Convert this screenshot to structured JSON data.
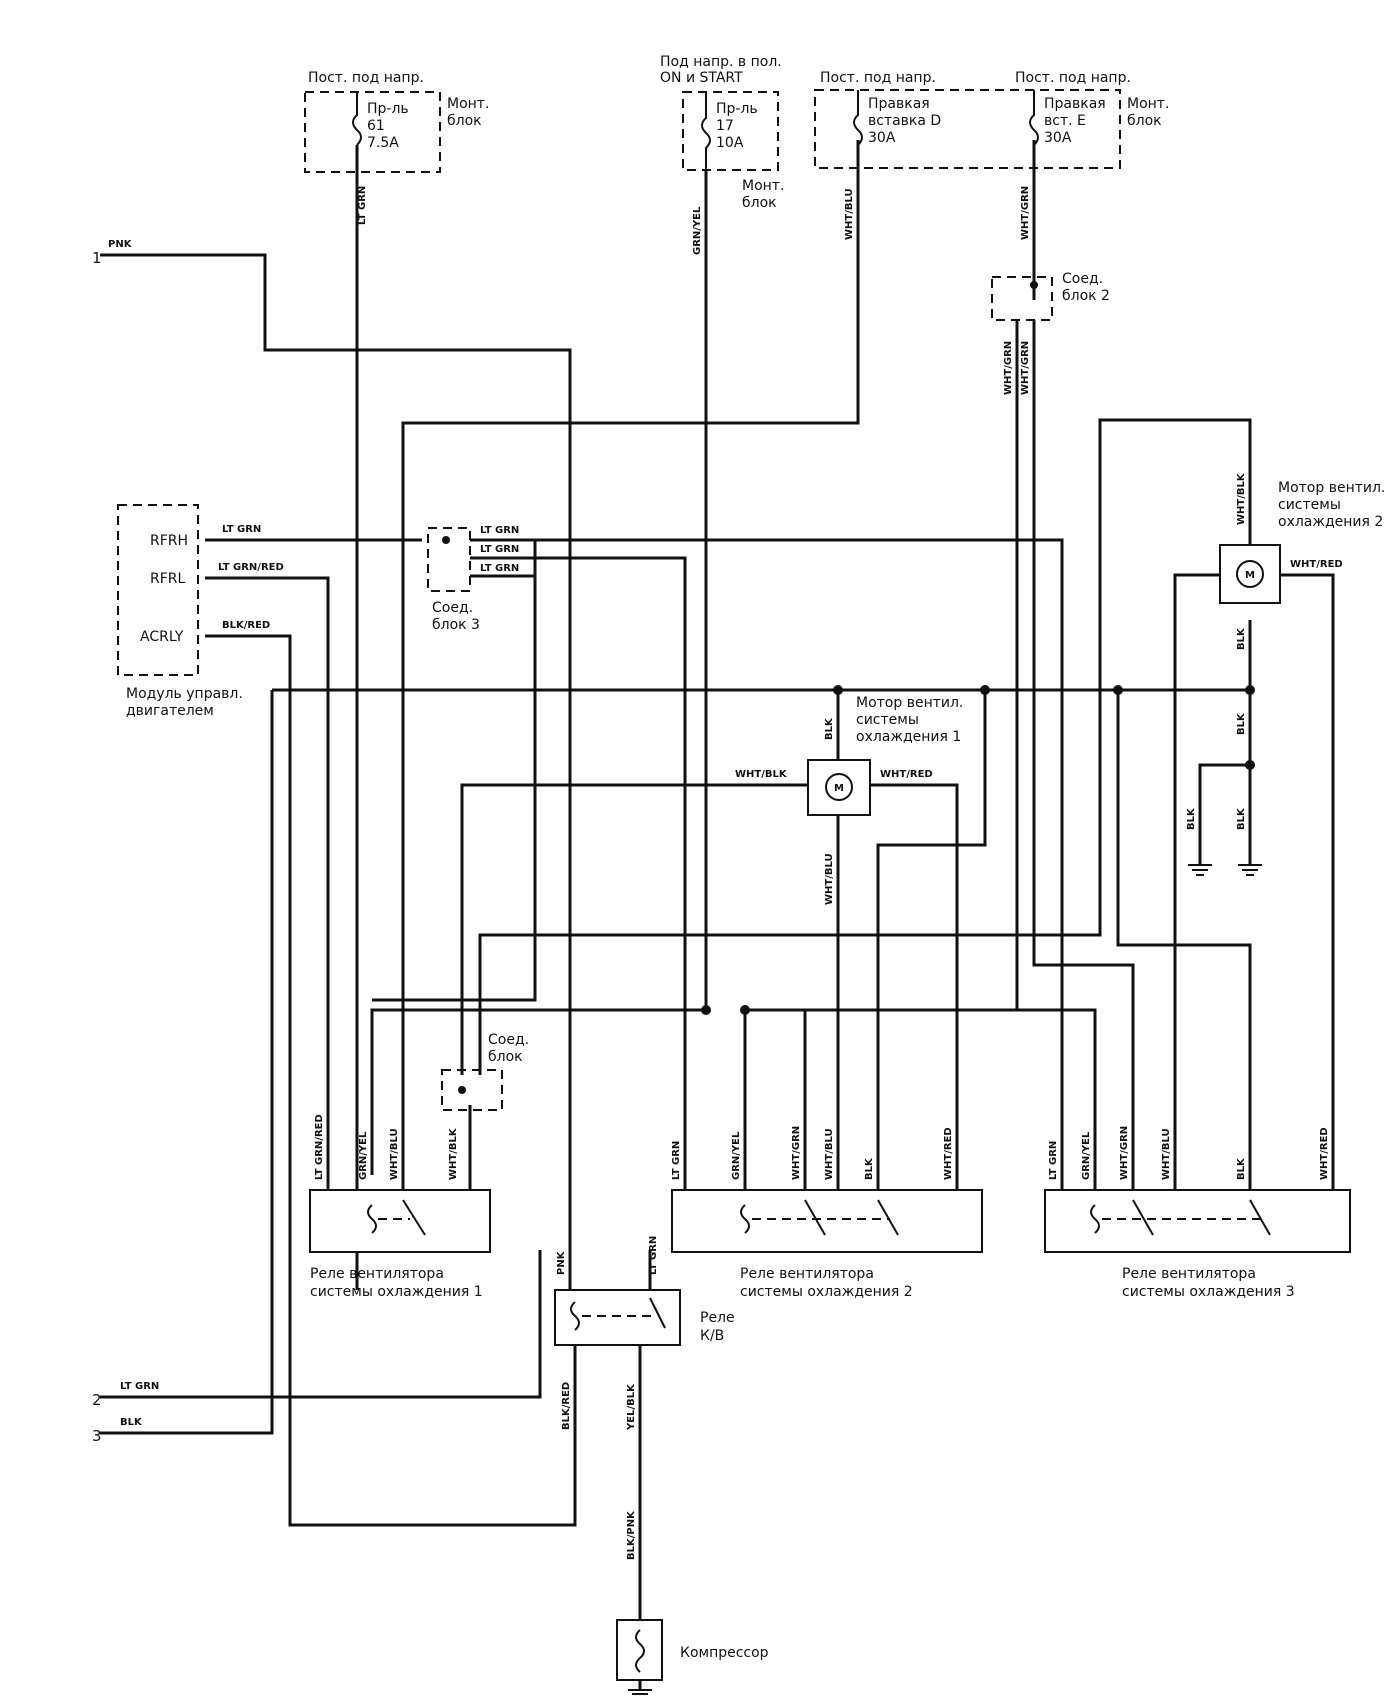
{
  "fuses": {
    "f61": {
      "header": "Пост. под напр.",
      "line1": "Пр-ль",
      "line2": "61",
      "line3": "7.5A",
      "block1": "Монт.",
      "block2": "блок"
    },
    "f17": {
      "header1": "Под напр. в пол.",
      "header2": "ON и START",
      "line1": "Пр-ль",
      "line2": "17",
      "line3": "10A",
      "block1": "Монт.",
      "block2": "блок"
    },
    "fD": {
      "header": "Пост. под напр.",
      "line1": "Правкая",
      "line2": "вставка D",
      "line3": "30A"
    },
    "fE": {
      "header": "Пост. под напр.",
      "line1": "Правкая",
      "line2": "вст. E",
      "line3": "30A",
      "block1": "Монт.",
      "block2": "блок"
    }
  },
  "junctions": {
    "jb2": {
      "line1": "Соед.",
      "line2": "блок 2"
    },
    "jb3": {
      "line1": "Соед.",
      "line2": "блок 3"
    },
    "jb": {
      "line1": "Соед.",
      "line2": "блок"
    }
  },
  "ecm": {
    "pin_rfrh": "RFRH",
    "pin_rfrl": "RFRL",
    "pin_acrly": "ACRLY",
    "label1": "Модуль управл.",
    "label2": "двигателем"
  },
  "motors": {
    "m1": {
      "line1": "Мотор вентил.",
      "line2": "системы",
      "line3": "охлаждения 1",
      "symbol": "M"
    },
    "m2": {
      "line1": "Мотор вентил.",
      "line2": "системы",
      "line3": "охлаждения 2",
      "symbol": "M"
    }
  },
  "relays": {
    "r1": {
      "line1": "Реле вентилятора",
      "line2": "системы охлаждения 1"
    },
    "r2": {
      "line1": "Реле вентилятора",
      "line2": "системы охлаждения 2"
    },
    "r3": {
      "line1": "Реле вентилятора",
      "line2": "системы охлаждения 3"
    },
    "ac": {
      "line1": "Реле",
      "line2": "К/В"
    }
  },
  "compressor": {
    "label": "Компрессор"
  },
  "connector_pins": {
    "p1": "1",
    "p2": "2",
    "p3": "3"
  },
  "wire_labels": {
    "pnk": "PNK",
    "lt_grn": "LT GRN",
    "grn_yel": "GRN/YEL",
    "wht_blu": "WHT/BLU",
    "wht_grn": "WHT/GRN",
    "lt_grn_red": "LT GRN/RED",
    "blk_red": "BLK/RED",
    "wht_blk": "WHT/BLK",
    "wht_red": "WHT/RED",
    "blk": "BLK",
    "yel_blk": "YEL/BLK",
    "blk_pnk": "BLK/PNK"
  }
}
